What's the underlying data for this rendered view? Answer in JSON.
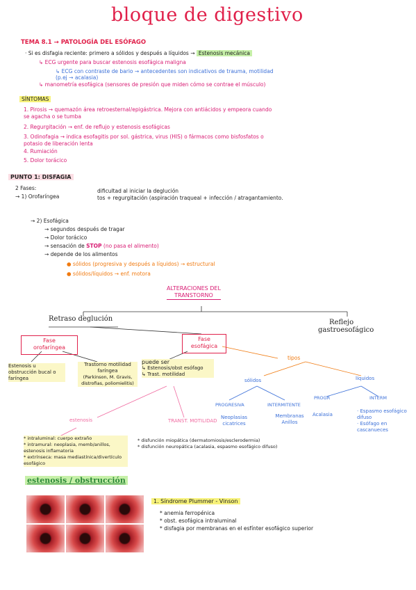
{
  "title": "bloque de digestivo",
  "tema": {
    "heading": "TEMA 8.1 → PATOLOGÍA DEL ESÓFAGO",
    "line1": "· Si es disfagia reciente: primero a sólidos y después a líquidos →",
    "line1_tag": "Estenosis mecánica",
    "line2": "↳ ECG urgente para buscar estenosis esofágica maligna",
    "line3a": "↳ ECG con contraste de bario → antecedentes son indicativos de trauma, motilidad",
    "line3b": "(p.ej → acalasia)",
    "line4": "↳ manometría esofágica (sensores de presión que miden cómo se contrae el músculo)"
  },
  "sintomas": {
    "heading": "SÍNTOMAS",
    "items": [
      "1. Pirosis → quemazón área retroesternal/epigástrica. Mejora con antiácidos y empeora cuando",
      "se agacha o se tumba",
      "2. Regurgitación → enf. de reflujo y estenosis esofágicas",
      "3. Odinofagia → indica esofagitis por sol. gástrica, virus (HIS) o fármacos como bisfosfatos o",
      "potasio de liberación lenta",
      "4. Rumiación",
      "5. Dolor torácico"
    ]
  },
  "punto1": {
    "heading": "PUNTO 1: DISFAGIA",
    "fases": "2 Fases:",
    "orofaringea": "→ 1) Orofaríngea",
    "oro_a": "dificultad al iniciar la deglución",
    "oro_b": "tos + regurgitación (aspiración traqueal + infección / atragantamiento.",
    "esofagica": "→ 2) Esofágica",
    "eso_items": [
      "→ segundos después de tragar",
      "→ Dolor torácico",
      "→ depende de los alimentos"
    ],
    "stop_pre": "→ sensación de ",
    "stop_word": "STOP",
    "stop_post": " (no pasa el alimento)",
    "solidos1": "● sólidos (progresiva y después a líquidos) → estructural",
    "solidos2": "● sólidos/líquidos → enf. motora"
  },
  "diagram": {
    "alteraciones": "ALTERACIONES DEL",
    "transtorno": "TRANSTORNO",
    "retraso": "Retraso deglución",
    "reflejo1": "Reflejo",
    "reflejo2": "gastroesofágico",
    "fase_oro1": "Fase",
    "fase_oro2": "orofaríngea",
    "fase_eso1": "Fase",
    "fase_eso2": "esofágica",
    "estenosis_box": "Estenosis u obstrucción bucal o faríngea",
    "trastorno_box": "Trastorno motilidad faríngea",
    "trastorno_box2": "(Parkinson, M. Gravis, distrofias, poliomielitis)",
    "puede_ser": "puede ser",
    "puede_a": "↳ Estenosis/obst esófago",
    "puede_b": "↳ Trast. motilidad",
    "tipos": "tipos",
    "solidos": "sólidos",
    "liquidos": "líquidos",
    "progresiva": "PROGRESIVA",
    "intermitente": "INTERMITENTE",
    "progr": "PROGR",
    "interm": "INTERM",
    "prog_sub": "Neoplasias cicatrices",
    "inter_sub": "Membranas Anillos",
    "progr_sub": "Acalasia",
    "interm_sub1": "· Espasmo esofágico difuso",
    "interm_sub2": "· Esófago en cascanueces",
    "estenosis_lbl": "estenosis",
    "trast_lbl": "TRANST. MOTILIDAD",
    "est_detail1": "* intraluminal: cuerpo extraño",
    "est_detail2": "* intramural: neoplasia, memb/anillos, estenosis inflamatoria",
    "est_detail3": "* extrínseca: masa mediastínica/divertículo esofágico",
    "trast_detail1": "* disfunción miopática (dermatomiosis/esclerodermia)",
    "trast_detail2": "* disfunción neuropática (acalasia, espasmo esofágico difuso)"
  },
  "estenosis_section": {
    "heading": "estenosis / obstrucción",
    "syndrome": "1. Síndrome Plummer - Vinson",
    "items": [
      "* anemia ferropénica",
      "* obst. esofágica intraluminal",
      "* disfagia por membranas en el esfínter esofágico superior"
    ]
  },
  "colors": {
    "title_red": "#e0204a",
    "pink": "#d81b73",
    "orange": "#f07a10",
    "blue": "#3a6fd8",
    "green": "#2e8a3a"
  }
}
